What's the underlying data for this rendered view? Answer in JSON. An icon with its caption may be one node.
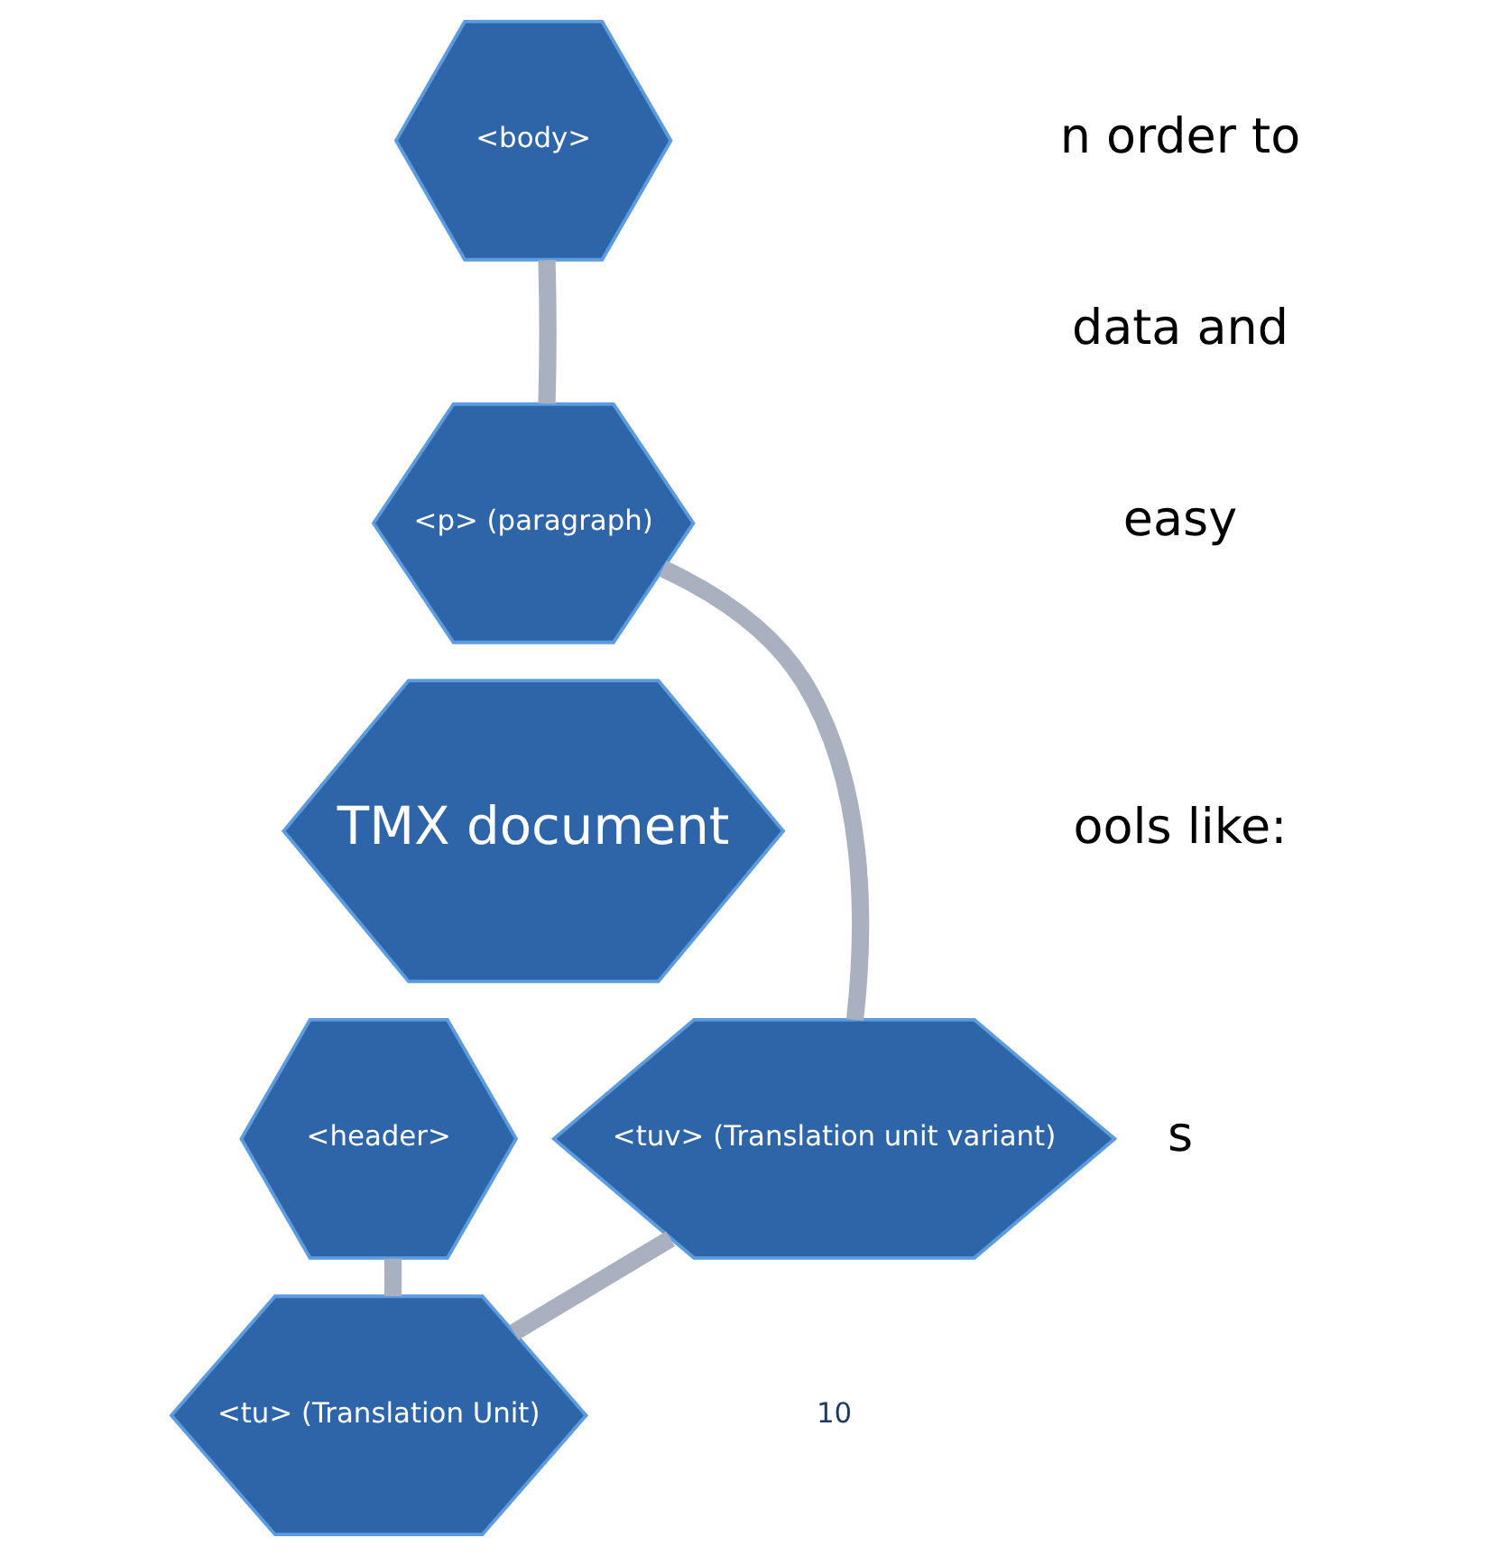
{
  "diagram": {
    "nodes": [
      {
        "text": [
          "<body>"
        ]
      },
      {
        "text": [
          "<p> (paragraph)"
        ]
      },
      {
        "text": [
          "TMX document"
        ]
      },
      {
        "text": [
          "<header>"
        ]
      },
      {
        "text": [
          "<tuv> (Translation unit variant)"
        ]
      },
      {
        "text": [
          "<tu> (Translation Unit)"
        ]
      }
    ],
    "edges": [
      {
        "from": 0,
        "to": 1,
        "arrow": "none"
      },
      {
        "from": 1,
        "to": 4,
        "arrow": "none"
      },
      {
        "from": 4,
        "to": 5,
        "arrow": "none"
      },
      {
        "from": 5,
        "to": 3,
        "arrow": "none"
      }
    ],
    "labels": [
      "n order to",
      "data and",
      "easy",
      "ools like:",
      "s",
      "10"
    ]
  }
}
